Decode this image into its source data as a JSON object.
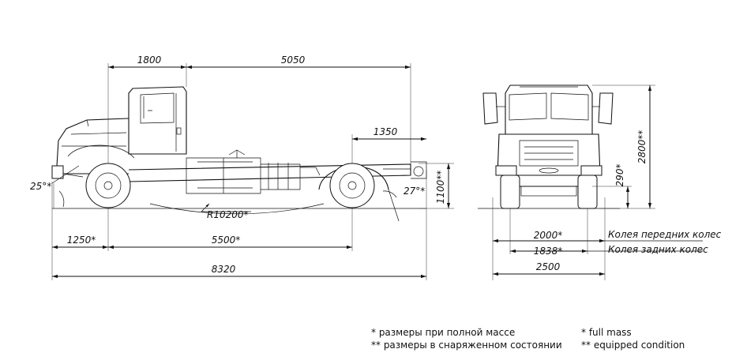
{
  "side_view": {
    "dims": {
      "d1800": "1800",
      "d5050": "5050",
      "d1350": "1350",
      "d1100": "1100**",
      "d25": "25°*",
      "d27": "27°*",
      "r10200": "R10200*",
      "d1250": "1250*",
      "d5500": "5500*",
      "d8320": "8320"
    }
  },
  "front_view": {
    "dims": {
      "d2800": "2800**",
      "d290": "290*",
      "d2000": "2000*",
      "d1838": "1838*",
      "d2500": "2500"
    },
    "track_front": "Колея передних колес",
    "track_rear": "Колея задних колес"
  },
  "notes": {
    "ru_full": "*   размеры при полной массе",
    "ru_equipped": "**  размеры в снаряженном состоянии",
    "en_full": "*   full mass",
    "en_equipped": "**  equipped condition"
  }
}
